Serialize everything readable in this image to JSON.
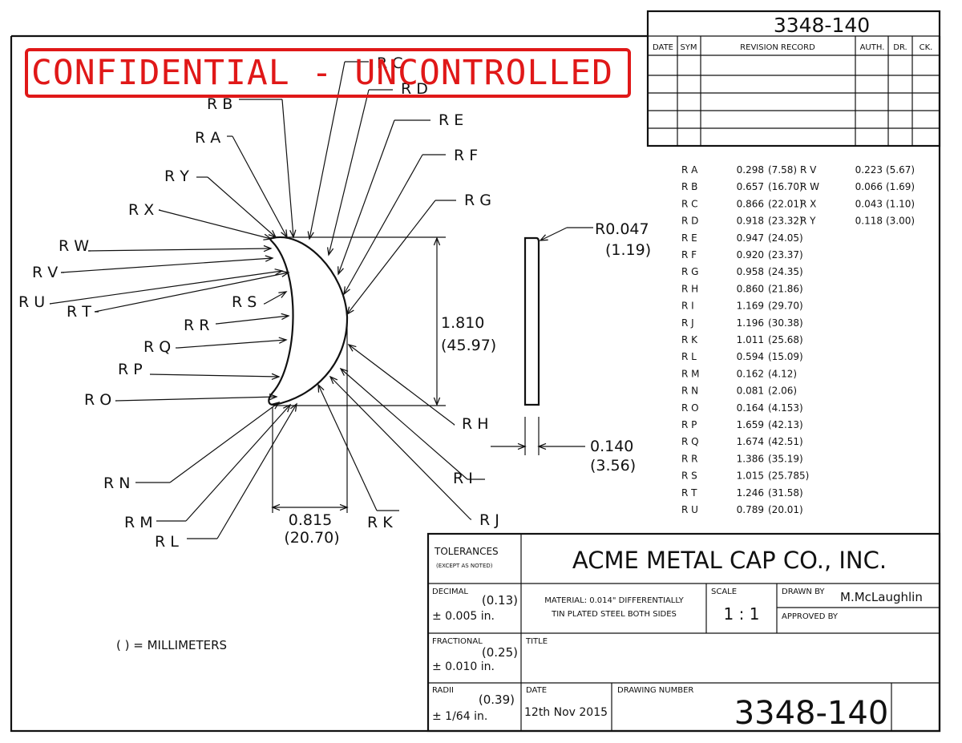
{
  "drawing_number": "3348-140",
  "stamp": "CONFIDENTIAL - UNCONTROLLED",
  "revision": {
    "headers": [
      "DATE",
      "SYM",
      "REVISION RECORD",
      "AUTH.",
      "DR.",
      "CK."
    ]
  },
  "radii": {
    "left": [
      {
        "label": "R A",
        "inch": "0.298",
        "mm": "(7.58)"
      },
      {
        "label": "R B",
        "inch": "0.657",
        "mm": "(16.70)"
      },
      {
        "label": "R C",
        "inch": "0.866",
        "mm": "(22.01)"
      },
      {
        "label": "R D",
        "inch": "0.918",
        "mm": "(23.32)"
      },
      {
        "label": "R E",
        "inch": "0.947",
        "mm": "(24.05)"
      },
      {
        "label": "R F",
        "inch": "0.920",
        "mm": "(23.37)"
      },
      {
        "label": "R G",
        "inch": "0.958",
        "mm": "(24.35)"
      },
      {
        "label": "R H",
        "inch": "0.860",
        "mm": "(21.86)"
      },
      {
        "label": "R I",
        "inch": "1.169",
        "mm": "(29.70)"
      },
      {
        "label": "R J",
        "inch": "1.196",
        "mm": "(30.38)"
      },
      {
        "label": "R K",
        "inch": "1.011",
        "mm": "(25.68)"
      },
      {
        "label": "R L",
        "inch": "0.594",
        "mm": "(15.09)"
      },
      {
        "label": "R M",
        "inch": "0.162",
        "mm": "(4.12)"
      },
      {
        "label": "R N",
        "inch": "0.081",
        "mm": "(2.06)"
      },
      {
        "label": "R O",
        "inch": "0.164",
        "mm": "(4.153)"
      },
      {
        "label": "R P",
        "inch": "1.659",
        "mm": "(42.13)"
      },
      {
        "label": "R Q",
        "inch": "1.674",
        "mm": "(42.51)"
      },
      {
        "label": "R R",
        "inch": "1.386",
        "mm": "(35.19)"
      },
      {
        "label": "R S",
        "inch": "1.015",
        "mm": "(25.785)"
      },
      {
        "label": "R T",
        "inch": "1.246",
        "mm": "(31.58)"
      },
      {
        "label": "R U",
        "inch": "0.789",
        "mm": "(20.01)"
      }
    ],
    "right": [
      {
        "label": "R V",
        "inch": "0.223",
        "mm": "(5.67)"
      },
      {
        "label": "R W",
        "inch": "0.066",
        "mm": "(1.69)"
      },
      {
        "label": "R X",
        "inch": "0.043",
        "mm": "(1.10)"
      },
      {
        "label": "R Y",
        "inch": "0.118",
        "mm": "(3.00)"
      }
    ]
  },
  "callouts": {
    "A": "R A",
    "B": "R B",
    "C": "R C",
    "D": "R D",
    "E": "R E",
    "F": "R F",
    "G": "R G",
    "H": "R H",
    "I": "R I",
    "J": "R J",
    "K": "R K",
    "L": "R L",
    "M": "R M",
    "N": "R N",
    "O": "R O",
    "P": "R P",
    "Q": "R Q",
    "R": "R R",
    "S": "R S",
    "T": "R T",
    "U": "R U",
    "V": "R V",
    "W": "R W",
    "X": "R X",
    "Y": "R Y"
  },
  "dims": {
    "height_in": "1.810",
    "height_mm": "(45.97)",
    "width_in": "0.815",
    "width_mm": "(20.70)",
    "edge_r_in": "R0.047",
    "edge_r_mm": "(1.19)",
    "thick_in": "0.140",
    "thick_mm": "(3.56)"
  },
  "mm_note": "( ) = MILLIMETERS",
  "title_block": {
    "tolerances": "TOLERANCES",
    "except": "(EXCEPT AS NOTED)",
    "company": "ACME METAL CAP CO., INC.",
    "decimal_label": "DECIMAL",
    "decimal_mm": "(0.13)",
    "decimal_tol": "± 0.005 in.",
    "material_1": "MATERIAL: 0.014\" DIFFERENTIALLY",
    "material_2": "TIN PLATED STEEL BOTH SIDES",
    "scale_label": "SCALE",
    "scale": "1 : 1",
    "drawn_by_label": "DRAWN BY",
    "drawn_by": "M.McLaughlin",
    "approved_by_label": "APPROVED BY",
    "fractional_label": "FRACTIONAL",
    "fractional_mm": "(0.25)",
    "fractional_tol": "± 0.010 in.",
    "title_label": "TITLE",
    "radii_label": "RADII",
    "radii_mm": "(0.39)",
    "radii_tol": "± 1/64 in.",
    "date_label": "DATE",
    "date": "12th Nov 2015",
    "drawing_number_label": "DRAWING NUMBER"
  }
}
